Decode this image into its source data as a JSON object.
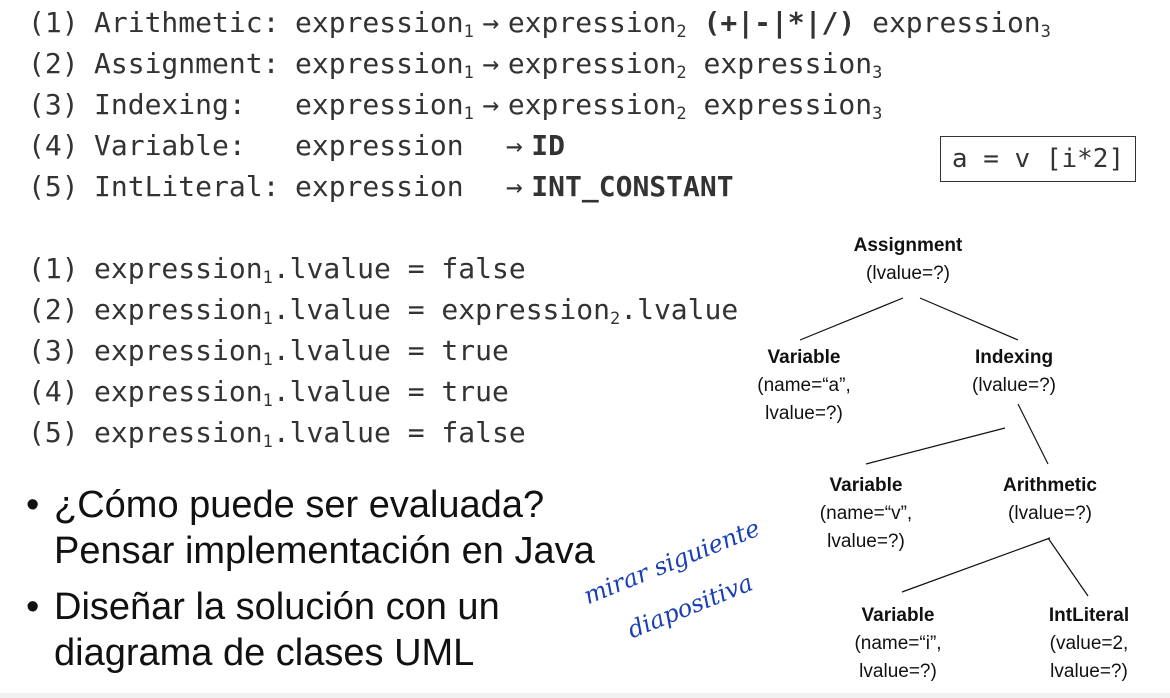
{
  "rules": [
    {
      "num": "(1)",
      "kind": "Arithmetic:",
      "lhs": "expression",
      "lhs_sub": "1",
      "arrow": "→",
      "rhs": [
        {
          "t": "expression",
          "s": "2"
        },
        {
          "t": " "
        },
        {
          "t": "(+|-|*|/)",
          "b": true
        },
        {
          "t": " expression",
          "s": "3"
        }
      ]
    },
    {
      "num": "(2)",
      "kind": "Assignment:",
      "lhs": "expression",
      "lhs_sub": "1",
      "arrow": "→",
      "rhs": [
        {
          "t": "expression",
          "s": "2"
        },
        {
          "t": " expression",
          "s": "3"
        }
      ]
    },
    {
      "num": "(3)",
      "kind": "Indexing:",
      "lhs": "expression",
      "lhs_sub": "1",
      "arrow": "→",
      "rhs": [
        {
          "t": "expression",
          "s": "2"
        },
        {
          "t": " expression",
          "s": "3"
        }
      ]
    },
    {
      "num": "(4)",
      "kind": "Variable:",
      "lhs": "expression",
      "lhs_sub": "",
      "arrow": "→",
      "rhs": [
        {
          "t": "ID",
          "b": true
        }
      ]
    },
    {
      "num": "(5)",
      "kind": "IntLiteral:",
      "lhs": "expression",
      "lhs_sub": "",
      "arrow": "→",
      "rhs": [
        {
          "t": "INT_CONSTANT",
          "b": true
        }
      ]
    }
  ],
  "attributes": [
    {
      "num": "(1)",
      "lhs": "expression",
      "lhs_sub": "1",
      "rest": ".lvalue = false",
      "rhs_sub": "",
      "tail": ""
    },
    {
      "num": "(2)",
      "lhs": "expression",
      "lhs_sub": "1",
      "rest": ".lvalue = expression",
      "rhs_sub": "2",
      "tail": ".lvalue"
    },
    {
      "num": "(3)",
      "lhs": "expression",
      "lhs_sub": "1",
      "rest": ".lvalue = true",
      "rhs_sub": "",
      "tail": ""
    },
    {
      "num": "(4)",
      "lhs": "expression",
      "lhs_sub": "1",
      "rest": ".lvalue = true",
      "rhs_sub": "",
      "tail": ""
    },
    {
      "num": "(5)",
      "lhs": "expression",
      "lhs_sub": "1",
      "rest": ".lvalue = false",
      "rhs_sub": "",
      "tail": ""
    }
  ],
  "code_example": "a = v [i*2]",
  "tree": [
    {
      "id": "n1",
      "name": "Assignment",
      "attrs": [
        "(lvalue=?)"
      ]
    },
    {
      "id": "n2",
      "name": "Variable",
      "attrs": [
        "(name=“a”,",
        "lvalue=?)"
      ]
    },
    {
      "id": "n3",
      "name": "Indexing",
      "attrs": [
        "(lvalue=?)"
      ]
    },
    {
      "id": "n4",
      "name": "Variable",
      "attrs": [
        "(name=“v”,",
        "lvalue=?)"
      ]
    },
    {
      "id": "n5",
      "name": "Arithmetic",
      "attrs": [
        "(lvalue=?)"
      ]
    },
    {
      "id": "n6",
      "name": "Variable",
      "attrs": [
        "(name=“i”,",
        "lvalue=?)"
      ]
    },
    {
      "id": "n7",
      "name": "IntLiteral",
      "attrs": [
        "(value=2,",
        "lvalue=?)"
      ]
    }
  ],
  "bullets": [
    {
      "lines": [
        "¿Cómo puede ser evaluada?",
        "Pensar implementación en Java"
      ]
    },
    {
      "lines": [
        "Diseñar la solución con un",
        "diagrama de clases UML"
      ]
    }
  ],
  "handwritten_note": [
    "mirar siguiente",
    "diapositiva"
  ],
  "colors": {
    "text": "#333333",
    "note": "#1a3fb5"
  }
}
